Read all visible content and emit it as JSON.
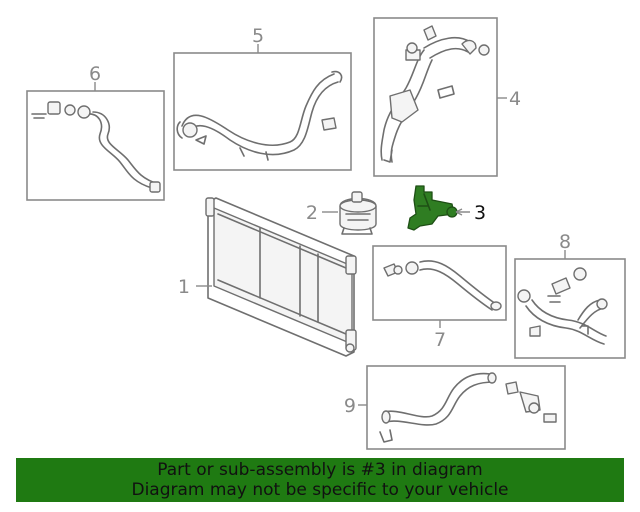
{
  "callouts": {
    "c1": "1",
    "c2": "2",
    "c3": "3",
    "c4": "4",
    "c5": "5",
    "c6": "6",
    "c7": "7",
    "c8": "8",
    "c9": "9"
  },
  "highlighted_part": "3",
  "colors": {
    "banner_background": "#1f7a12",
    "highlight": "#2f7d22",
    "line_art": "#6f6f6f"
  },
  "banner": {
    "line1": "Part or sub-assembly is #3 in diagram",
    "line2": "Diagram may not be specific to your vehicle"
  }
}
